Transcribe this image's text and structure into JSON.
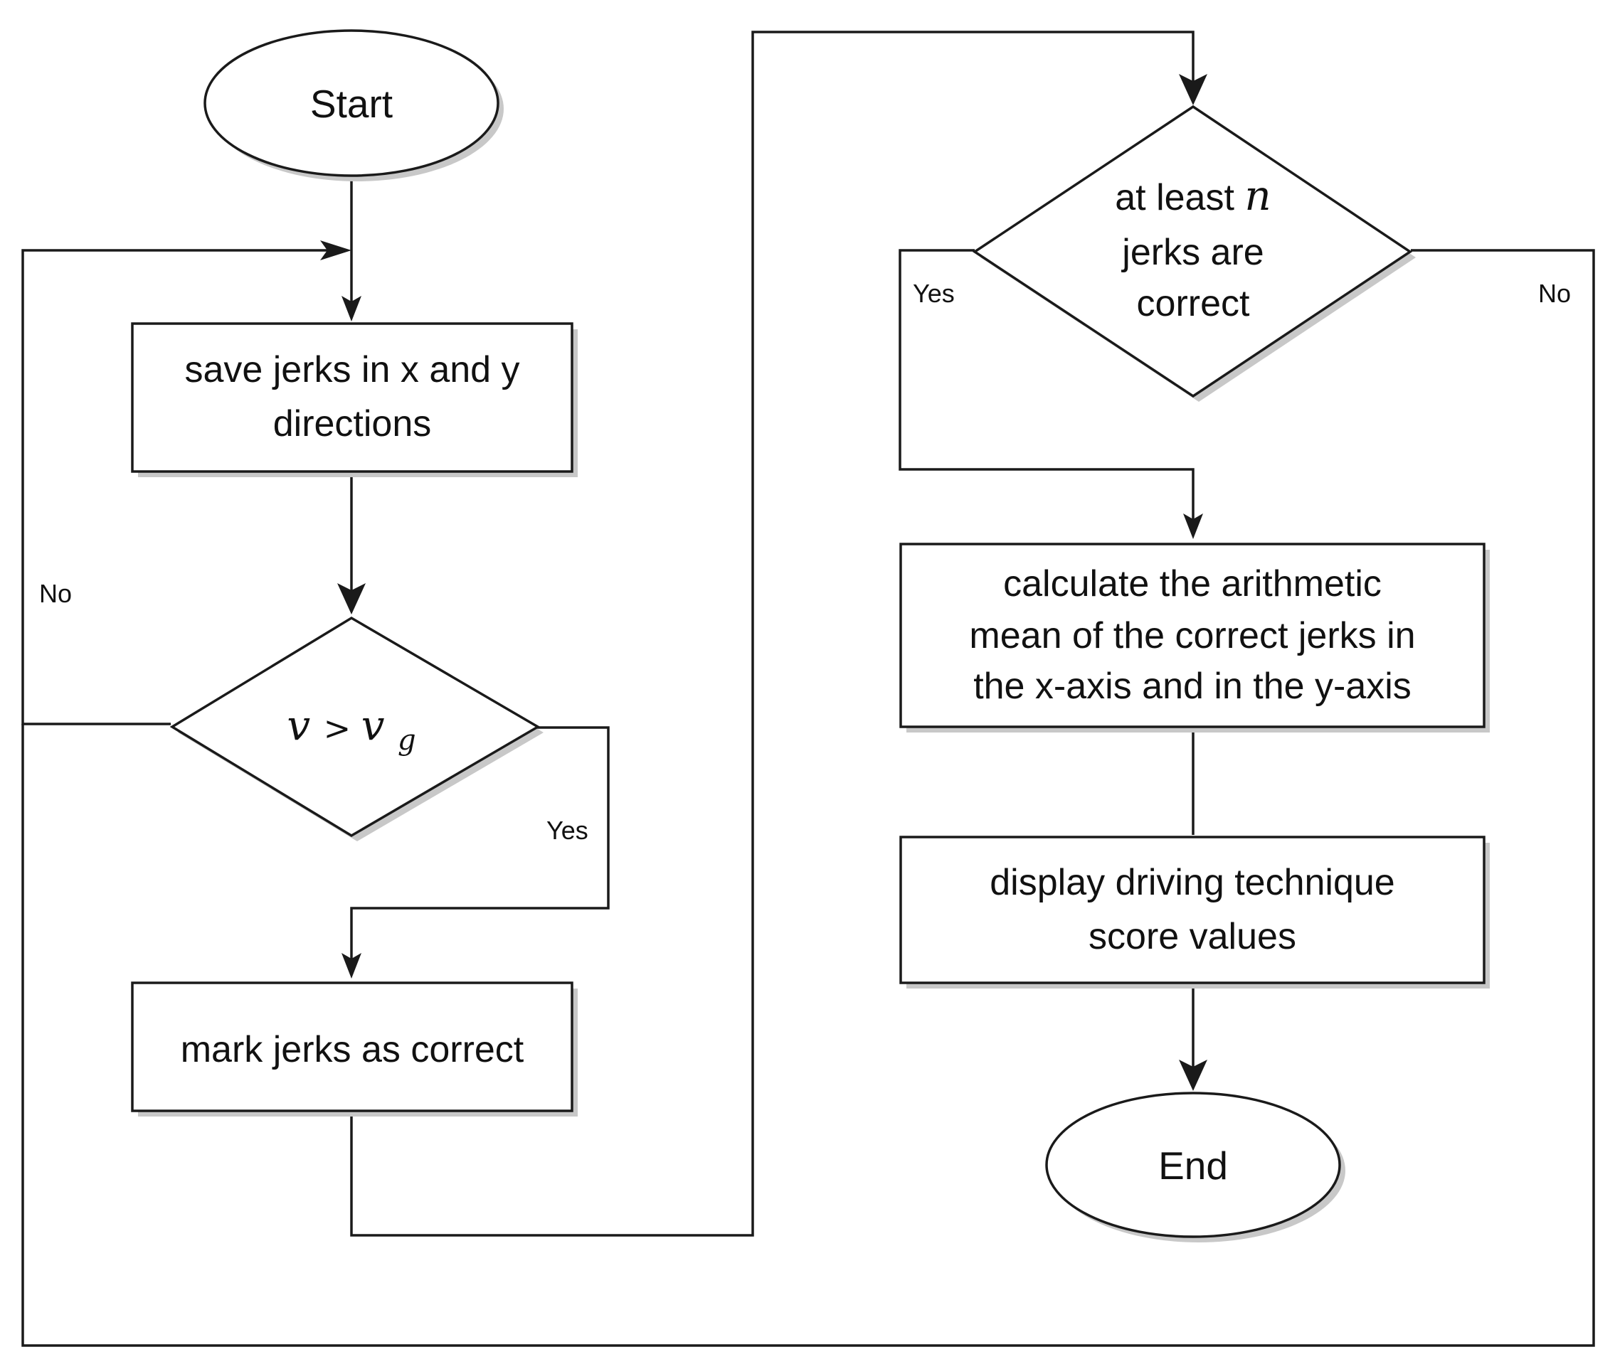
{
  "nodes": {
    "start": "Start",
    "save": [
      "save jerks in x and y",
      "directions"
    ],
    "condition": {
      "lhs": "v",
      "op": ">",
      "rhs": "v",
      "rhs_sub": "g"
    },
    "mark": "mark jerks as correct",
    "check": {
      "line1_prefix": "at least ",
      "line1_var": "n",
      "line2": "jerks are",
      "line3": "correct"
    },
    "calc": [
      "calculate the arithmetic",
      "mean of the correct jerks in",
      "the x-axis and in the y-axis"
    ],
    "display": [
      "display driving technique",
      "score values"
    ],
    "end": "End"
  },
  "edge_labels": {
    "cond_no": "No",
    "cond_yes": "Yes",
    "check_yes": "Yes",
    "check_no": "No"
  }
}
